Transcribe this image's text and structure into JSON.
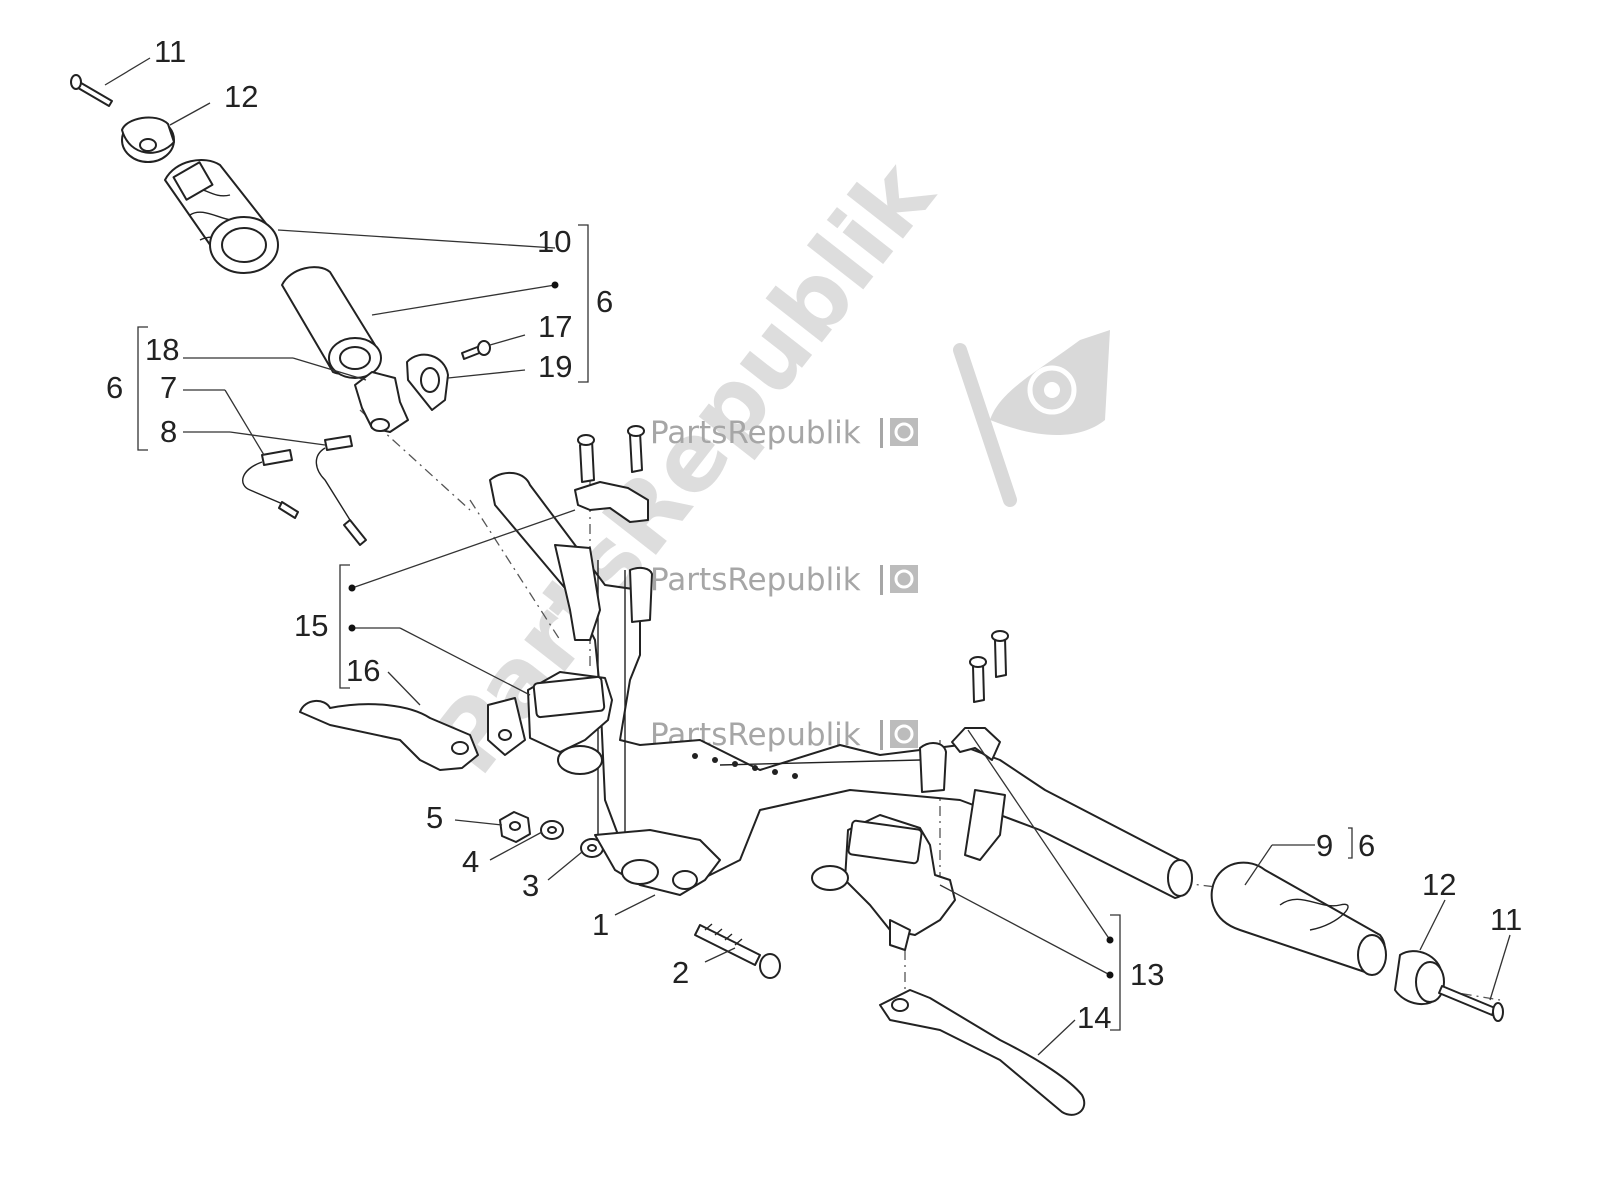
{
  "watermark": {
    "text": "PartsRepublik",
    "sub": "PartsRepublik",
    "diagonal": "PartsRepublik",
    "text_color": "#a6a6a6",
    "icon": "gear-flag-icon"
  },
  "callouts": {
    "c1": "1",
    "c2": "2",
    "c3": "3",
    "c4": "4",
    "c5": "5",
    "c6a": "6",
    "c6b": "6",
    "c6c": "6",
    "c7": "7",
    "c8": "8",
    "c9": "9",
    "c10": "10",
    "c11a": "11",
    "c11b": "11",
    "c12a": "12",
    "c12b": "12",
    "c13": "13",
    "c14": "14",
    "c15": "15",
    "c16": "16",
    "c17": "17",
    "c18": "18",
    "c19": "19"
  }
}
